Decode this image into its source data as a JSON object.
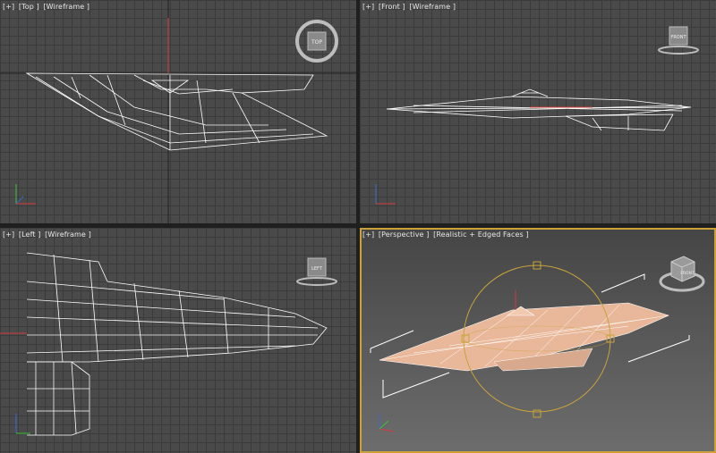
{
  "viewports": {
    "top": {
      "menu": "[+]",
      "view": "[Top ]",
      "shading": "[Wireframe ]",
      "cube_label": "TOP"
    },
    "front": {
      "menu": "[+]",
      "view": "[Front ]",
      "shading": "[Wireframe ]",
      "cube_label": "FRONT"
    },
    "left": {
      "menu": "[+]",
      "view": "[Left ]",
      "shading": "[Wireframe ]",
      "cube_label": "LEFT"
    },
    "persp": {
      "menu": "[+]",
      "view": "[Perspective ]",
      "shading": "[Realistic + Edged Faces ]",
      "cube_label": "FRONT"
    }
  },
  "colors": {
    "active_border": "#c9a23a",
    "wire": "#ffffff",
    "axis_x": "#d23a3a",
    "axis_y": "#3ac23a",
    "axis_z": "#3a6ad2",
    "model_fill": "#e9b89a"
  }
}
